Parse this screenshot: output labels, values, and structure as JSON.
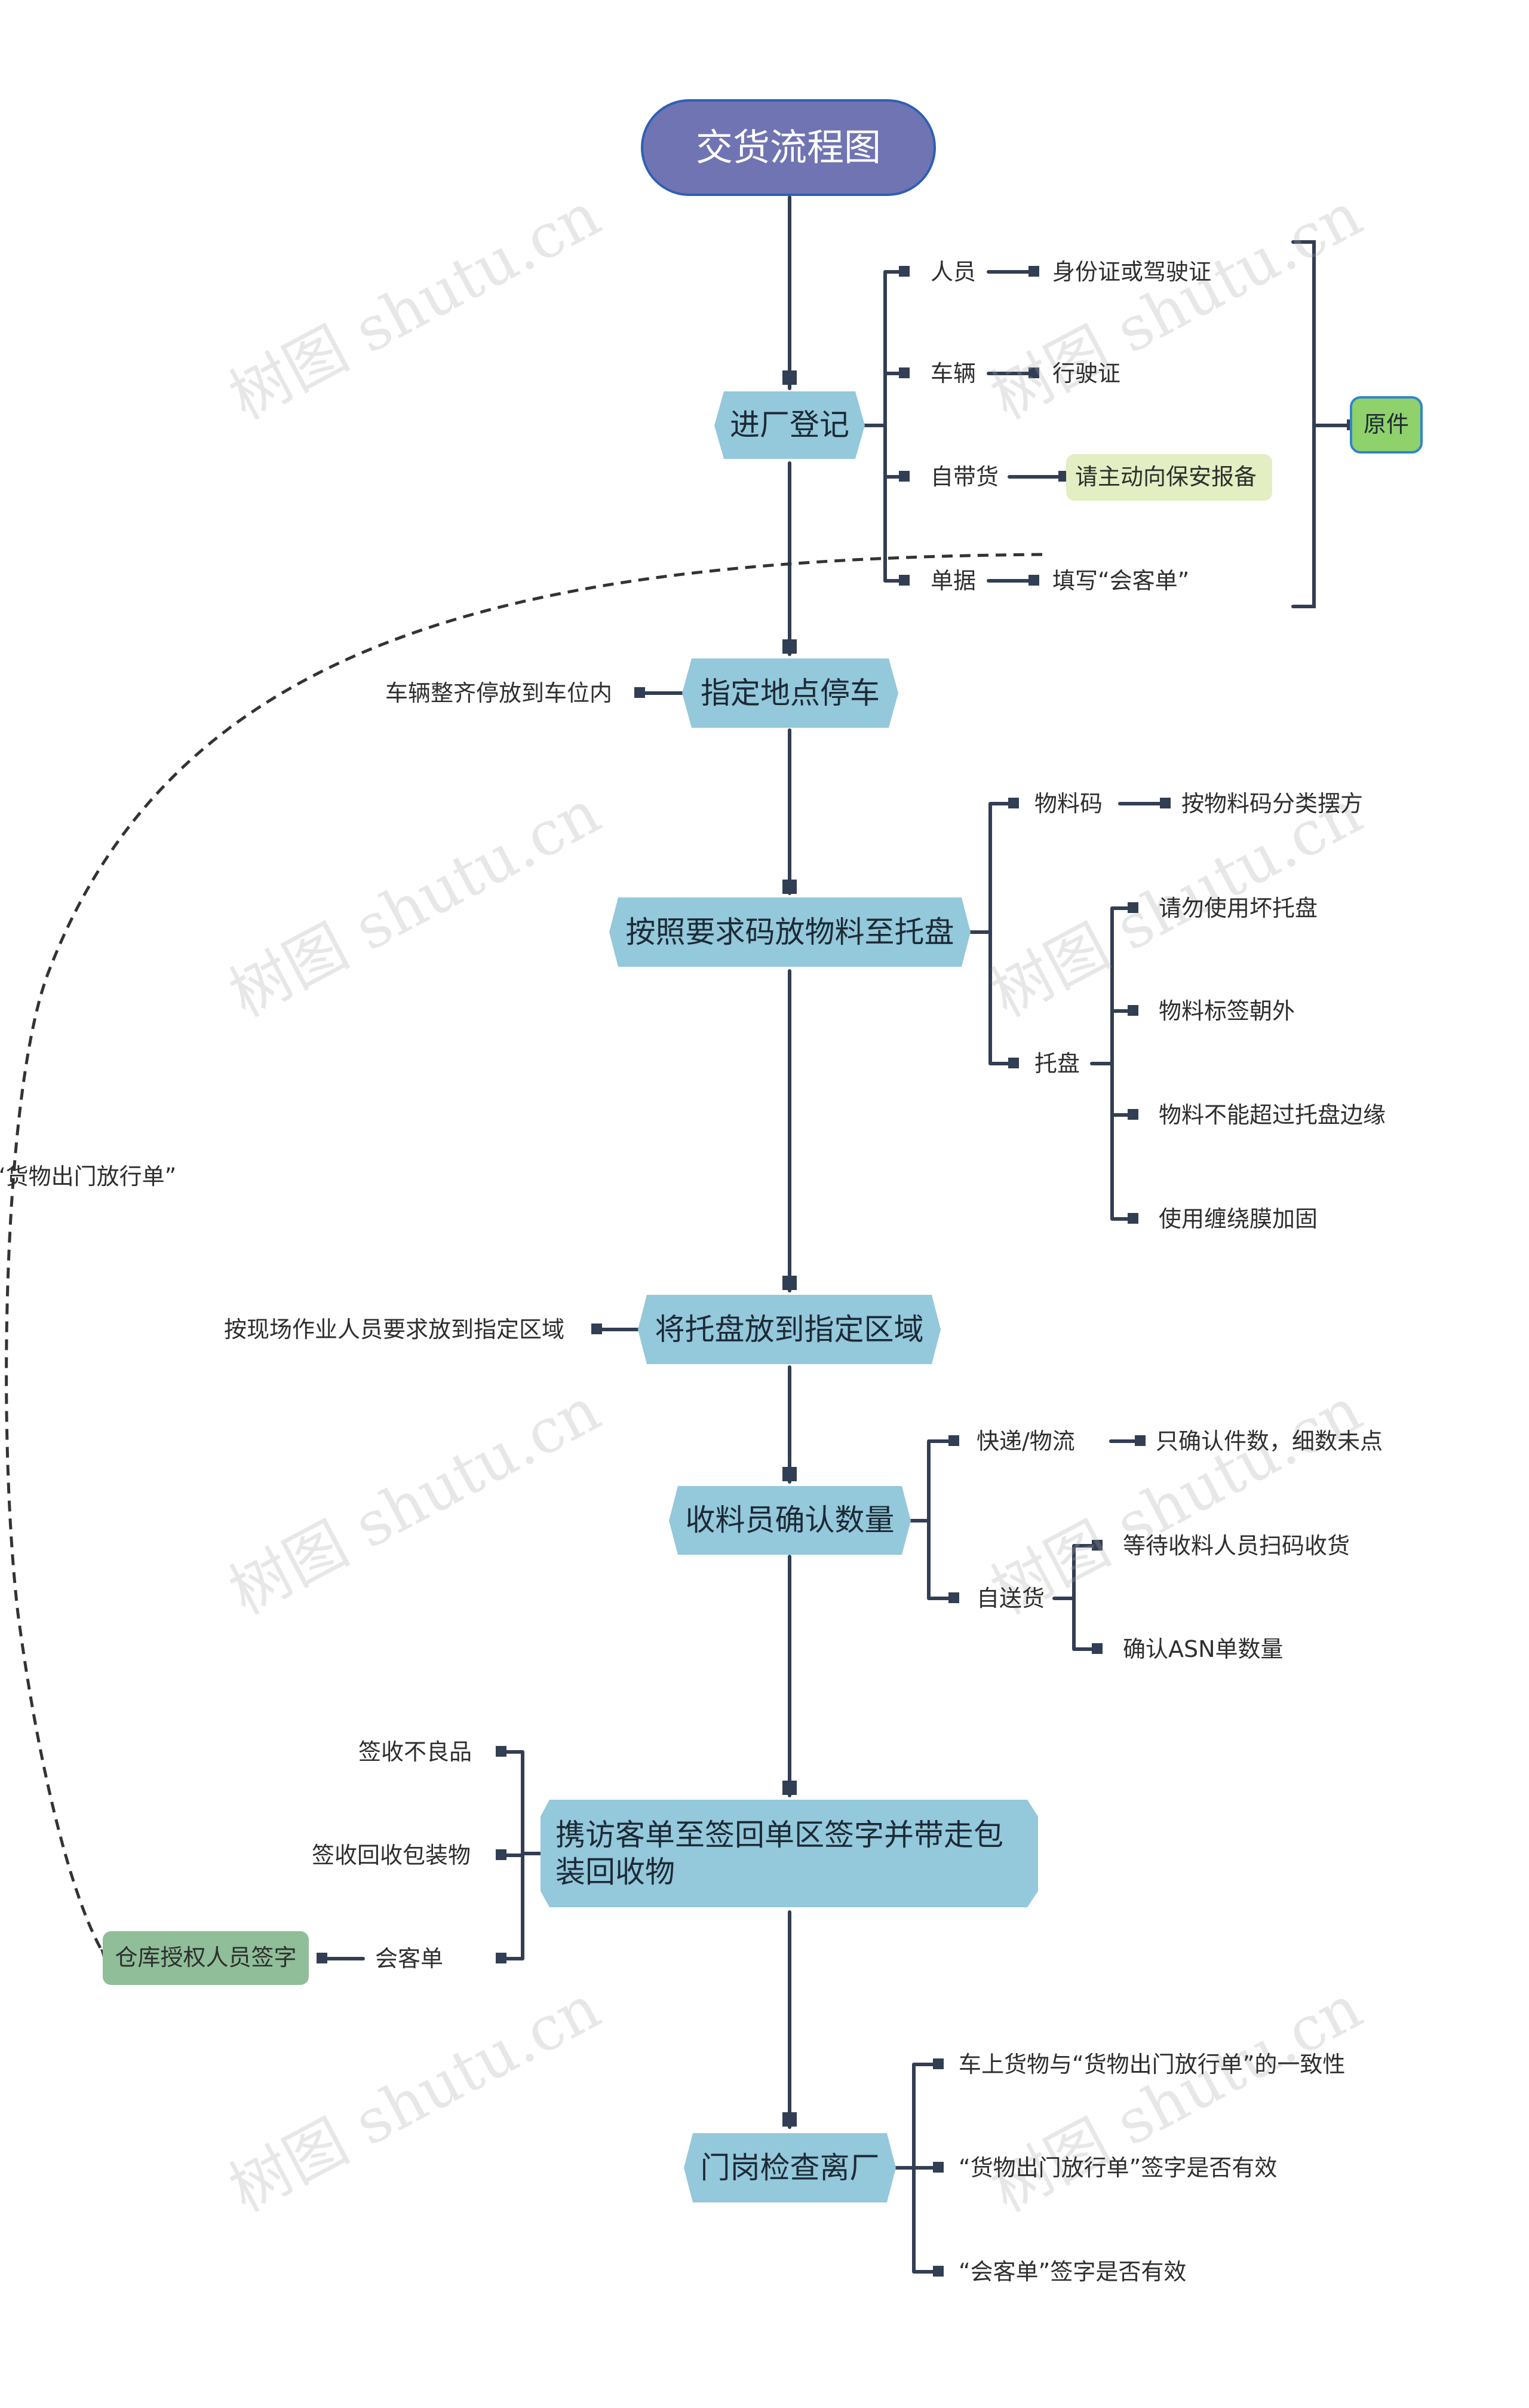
{
  "title": "交货流程图",
  "watermark": "树图 shutu.cn",
  "colors": {
    "title_fill": "#7074b3",
    "node_fill": "#94c8db",
    "line": "#323e53",
    "note_yellow": "#e3eec2",
    "original_green": "#8fd16a",
    "sign_green": "#8fbe98"
  },
  "steps": [
    {
      "label": "进厂登记"
    },
    {
      "label": "指定地点停车"
    },
    {
      "label": "按照要求码放物料至托盘"
    },
    {
      "label": "将托盘放到指定区域"
    },
    {
      "label": "收料员确认数量"
    },
    {
      "label": "携访客单至签回单区签字并带走包装回收物"
    },
    {
      "label": "门岗检查离厂"
    }
  ],
  "registration": {
    "items": [
      {
        "label": "人员",
        "detail": "身份证或驾驶证"
      },
      {
        "label": "车辆",
        "detail": "行驶证"
      },
      {
        "label": "自带货",
        "detail": "请主动向保安报备"
      },
      {
        "label": "单据",
        "detail": "填写“会客单”"
      }
    ],
    "group_label": "原件"
  },
  "parking_note": "车辆整齐停放到车位内",
  "pallet": {
    "code_label": "物料码",
    "code_detail": "按物料码分类摆方",
    "pallet_label": "托盘",
    "pallet_rules": [
      "请勿使用坏托盘",
      "物料标签朝外",
      "物料不能超过托盘边缘",
      "使用缠绕膜加固"
    ]
  },
  "area_note": "按现场作业人员要求放到指定区域",
  "receive": {
    "express_label": "快递/物流",
    "express_detail": "只确认件数，细数未点",
    "self_label": "自送货",
    "self_details": [
      "等待收料人员扫码收货",
      "确认ASN单数量"
    ]
  },
  "sign": {
    "items": [
      "签收不良品",
      "签收回收包装物",
      "会客单"
    ],
    "authorized": "仓库授权人员签字",
    "dashed_label": "“货物出门放行单”"
  },
  "exit_checks": [
    "车上货物与“货物出门放行单”的一致性",
    "“货物出门放行单”签字是否有效",
    "“会客单”签字是否有效"
  ]
}
